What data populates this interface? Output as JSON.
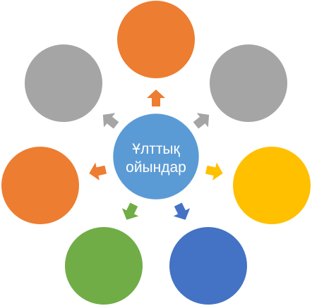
{
  "center": {
    "label_line1": "Ұлттық",
    "label_line2": "ойындар",
    "fill": "#5b9bd5",
    "stroke": "#ffffff"
  },
  "nodes": [
    {
      "name": "node-top",
      "fill": "#ed7d31"
    },
    {
      "name": "node-upper-right",
      "fill": "#a5a5a5"
    },
    {
      "name": "node-right",
      "fill": "#ffc000"
    },
    {
      "name": "node-lower-right",
      "fill": "#4472c4"
    },
    {
      "name": "node-lower-left",
      "fill": "#70ad47"
    },
    {
      "name": "node-left",
      "fill": "#ed7d31"
    },
    {
      "name": "node-upper-left",
      "fill": "#a5a5a5"
    }
  ],
  "arrows": [
    {
      "name": "arrow-up-icon",
      "fill": "#ed7d31"
    },
    {
      "name": "arrow-upper-right-icon",
      "fill": "#a5a5a5"
    },
    {
      "name": "arrow-right-icon",
      "fill": "#ffc000"
    },
    {
      "name": "arrow-lower-right-icon",
      "fill": "#4472c4"
    },
    {
      "name": "arrow-lower-left-icon",
      "fill": "#70ad47"
    },
    {
      "name": "arrow-left-icon",
      "fill": "#ed7d31"
    },
    {
      "name": "arrow-upper-left-icon",
      "fill": "#a5a5a5"
    }
  ]
}
